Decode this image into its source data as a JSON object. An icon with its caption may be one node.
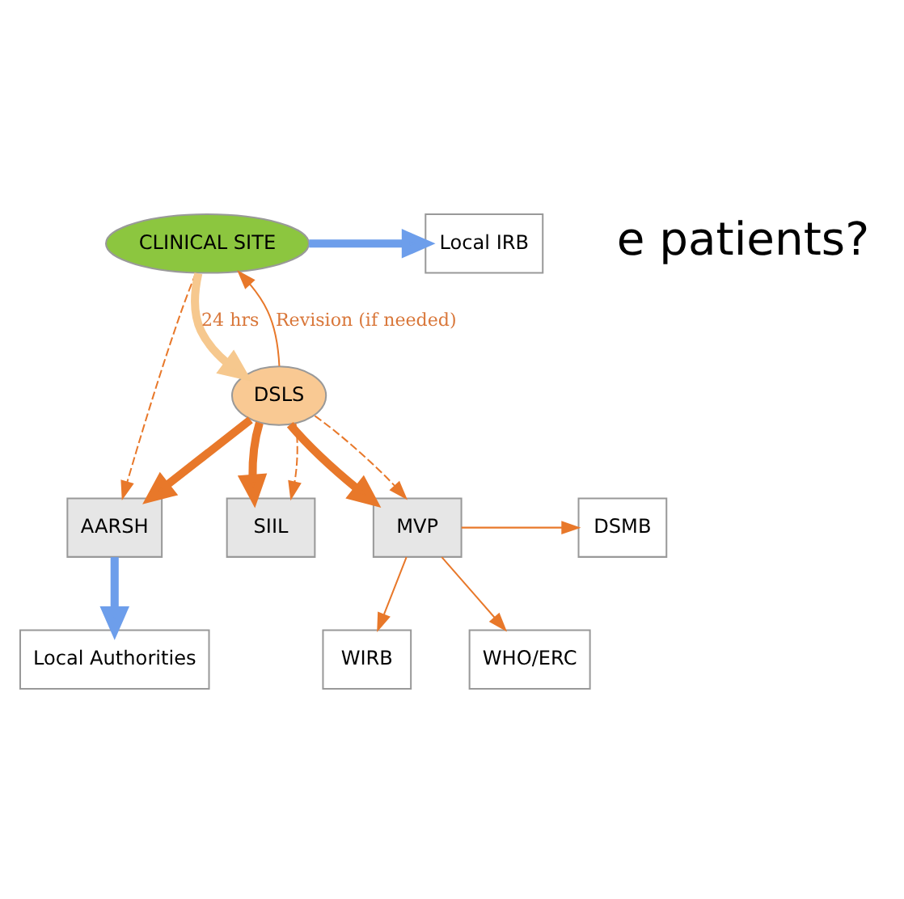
{
  "diagram": {
    "nodes": [
      {
        "text": [
          "CLINICAL SITE"
        ]
      },
      {
        "text": [
          "Local IRB"
        ]
      },
      {
        "text": [
          "Local Authorities"
        ]
      },
      {
        "text": [
          "AARSH"
        ]
      },
      {
        "text": [
          "DSLS"
        ]
      },
      {
        "text": [
          "SIIL"
        ]
      },
      {
        "text": [
          "MVP"
        ]
      },
      {
        "text": [
          "DSMB"
        ]
      },
      {
        "text": [
          "WIRB"
        ]
      },
      {
        "text": [
          "WHO/ERC"
        ]
      }
    ],
    "edges": [
      {
        "from": 0,
        "to": 1,
        "arrow": "to",
        "style": "thick",
        "color": "#6d9eeb"
      },
      {
        "from": 0,
        "to": 3,
        "arrow": "to",
        "style": "dashed"
      },
      {
        "from": 0,
        "to": 4,
        "arrow": "to",
        "style": "thick",
        "color": "#f6c88e",
        "label": "24 hrs"
      },
      {
        "from": 4,
        "to": 0,
        "arrow": "to",
        "label": "Revision (if needed)"
      },
      {
        "from": 3,
        "to": 2,
        "arrow": "to",
        "style": "thick",
        "color": "#6d9eeb"
      },
      {
        "from": 4,
        "to": 3,
        "arrow": "to",
        "style": "thick"
      },
      {
        "from": 4,
        "to": 5,
        "arrow": "to",
        "style": "thick"
      },
      {
        "from": 4,
        "to": 6,
        "arrow": "to",
        "style": "thick"
      },
      {
        "from": 4,
        "to": 5,
        "arrow": "to",
        "style": "dashed"
      },
      {
        "from": 4,
        "to": 6,
        "arrow": "to",
        "style": "dashed"
      },
      {
        "from": 6,
        "to": 7,
        "arrow": "to"
      },
      {
        "from": 6,
        "to": 8,
        "arrow": "to"
      },
      {
        "from": 6,
        "to": 9,
        "arrow": "to"
      }
    ],
    "labels": [
      "e patients?"
    ]
  }
}
